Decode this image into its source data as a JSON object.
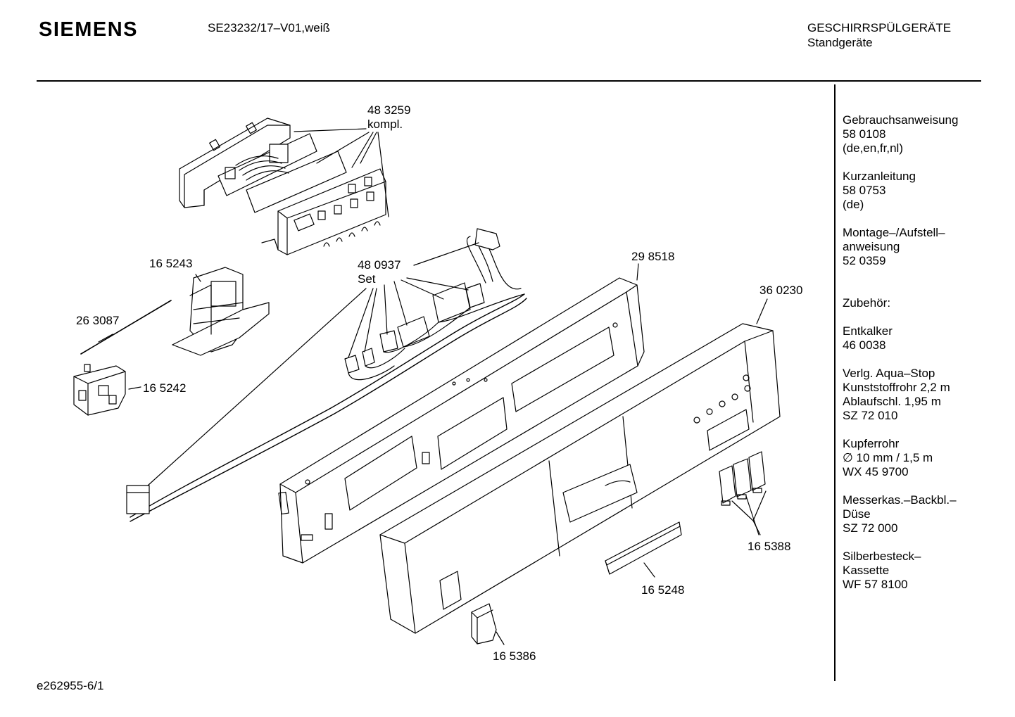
{
  "header": {
    "brand": "SIEMENS",
    "model": "SE23232/17–V01,weiß",
    "category": "GESCHIRRSPÜLGERÄTE",
    "subcategory": "Standgeräte"
  },
  "sidebar": {
    "gebrauch": [
      "Gebrauchsanweisung",
      "58 0108",
      "(de,en,fr,nl)"
    ],
    "kurz": [
      "Kurzanleitung",
      "58 0753",
      "(de)"
    ],
    "montage": [
      "Montage–/Aufstell–",
      "anweisung",
      "52 0359"
    ],
    "zubehoer": "Zubehör:",
    "entkalker": [
      "Entkalker",
      "46 0038"
    ],
    "aquastop": [
      "Verlg. Aqua–Stop",
      "Kunststoffrohr 2,2 m",
      "Ablaufschl. 1,95 m",
      "SZ 72 010"
    ],
    "kupfer": [
      "Kupferrohr",
      "∅ 10 mm / 1,5 m",
      "WX 45 9700"
    ],
    "messer": [
      "Messerkas.–Backbl.–",
      "Düse",
      "SZ 72 000"
    ],
    "silber": [
      "Silberbesteck–",
      "Kassette",
      "WF 57 8100"
    ]
  },
  "parts": {
    "p483259": "48 3259",
    "kompl": "kompl.",
    "p165243": "16 5243",
    "p480937": "48 0937",
    "set": "Set",
    "p298518": "29 8518",
    "p360230": "36 0230",
    "p263087": "26 3087",
    "p165242": "16 5242",
    "p165388": "16 5388",
    "p165248": "16 5248",
    "p165386": "16 5386"
  },
  "footer": {
    "code": "e262955-6/1"
  }
}
